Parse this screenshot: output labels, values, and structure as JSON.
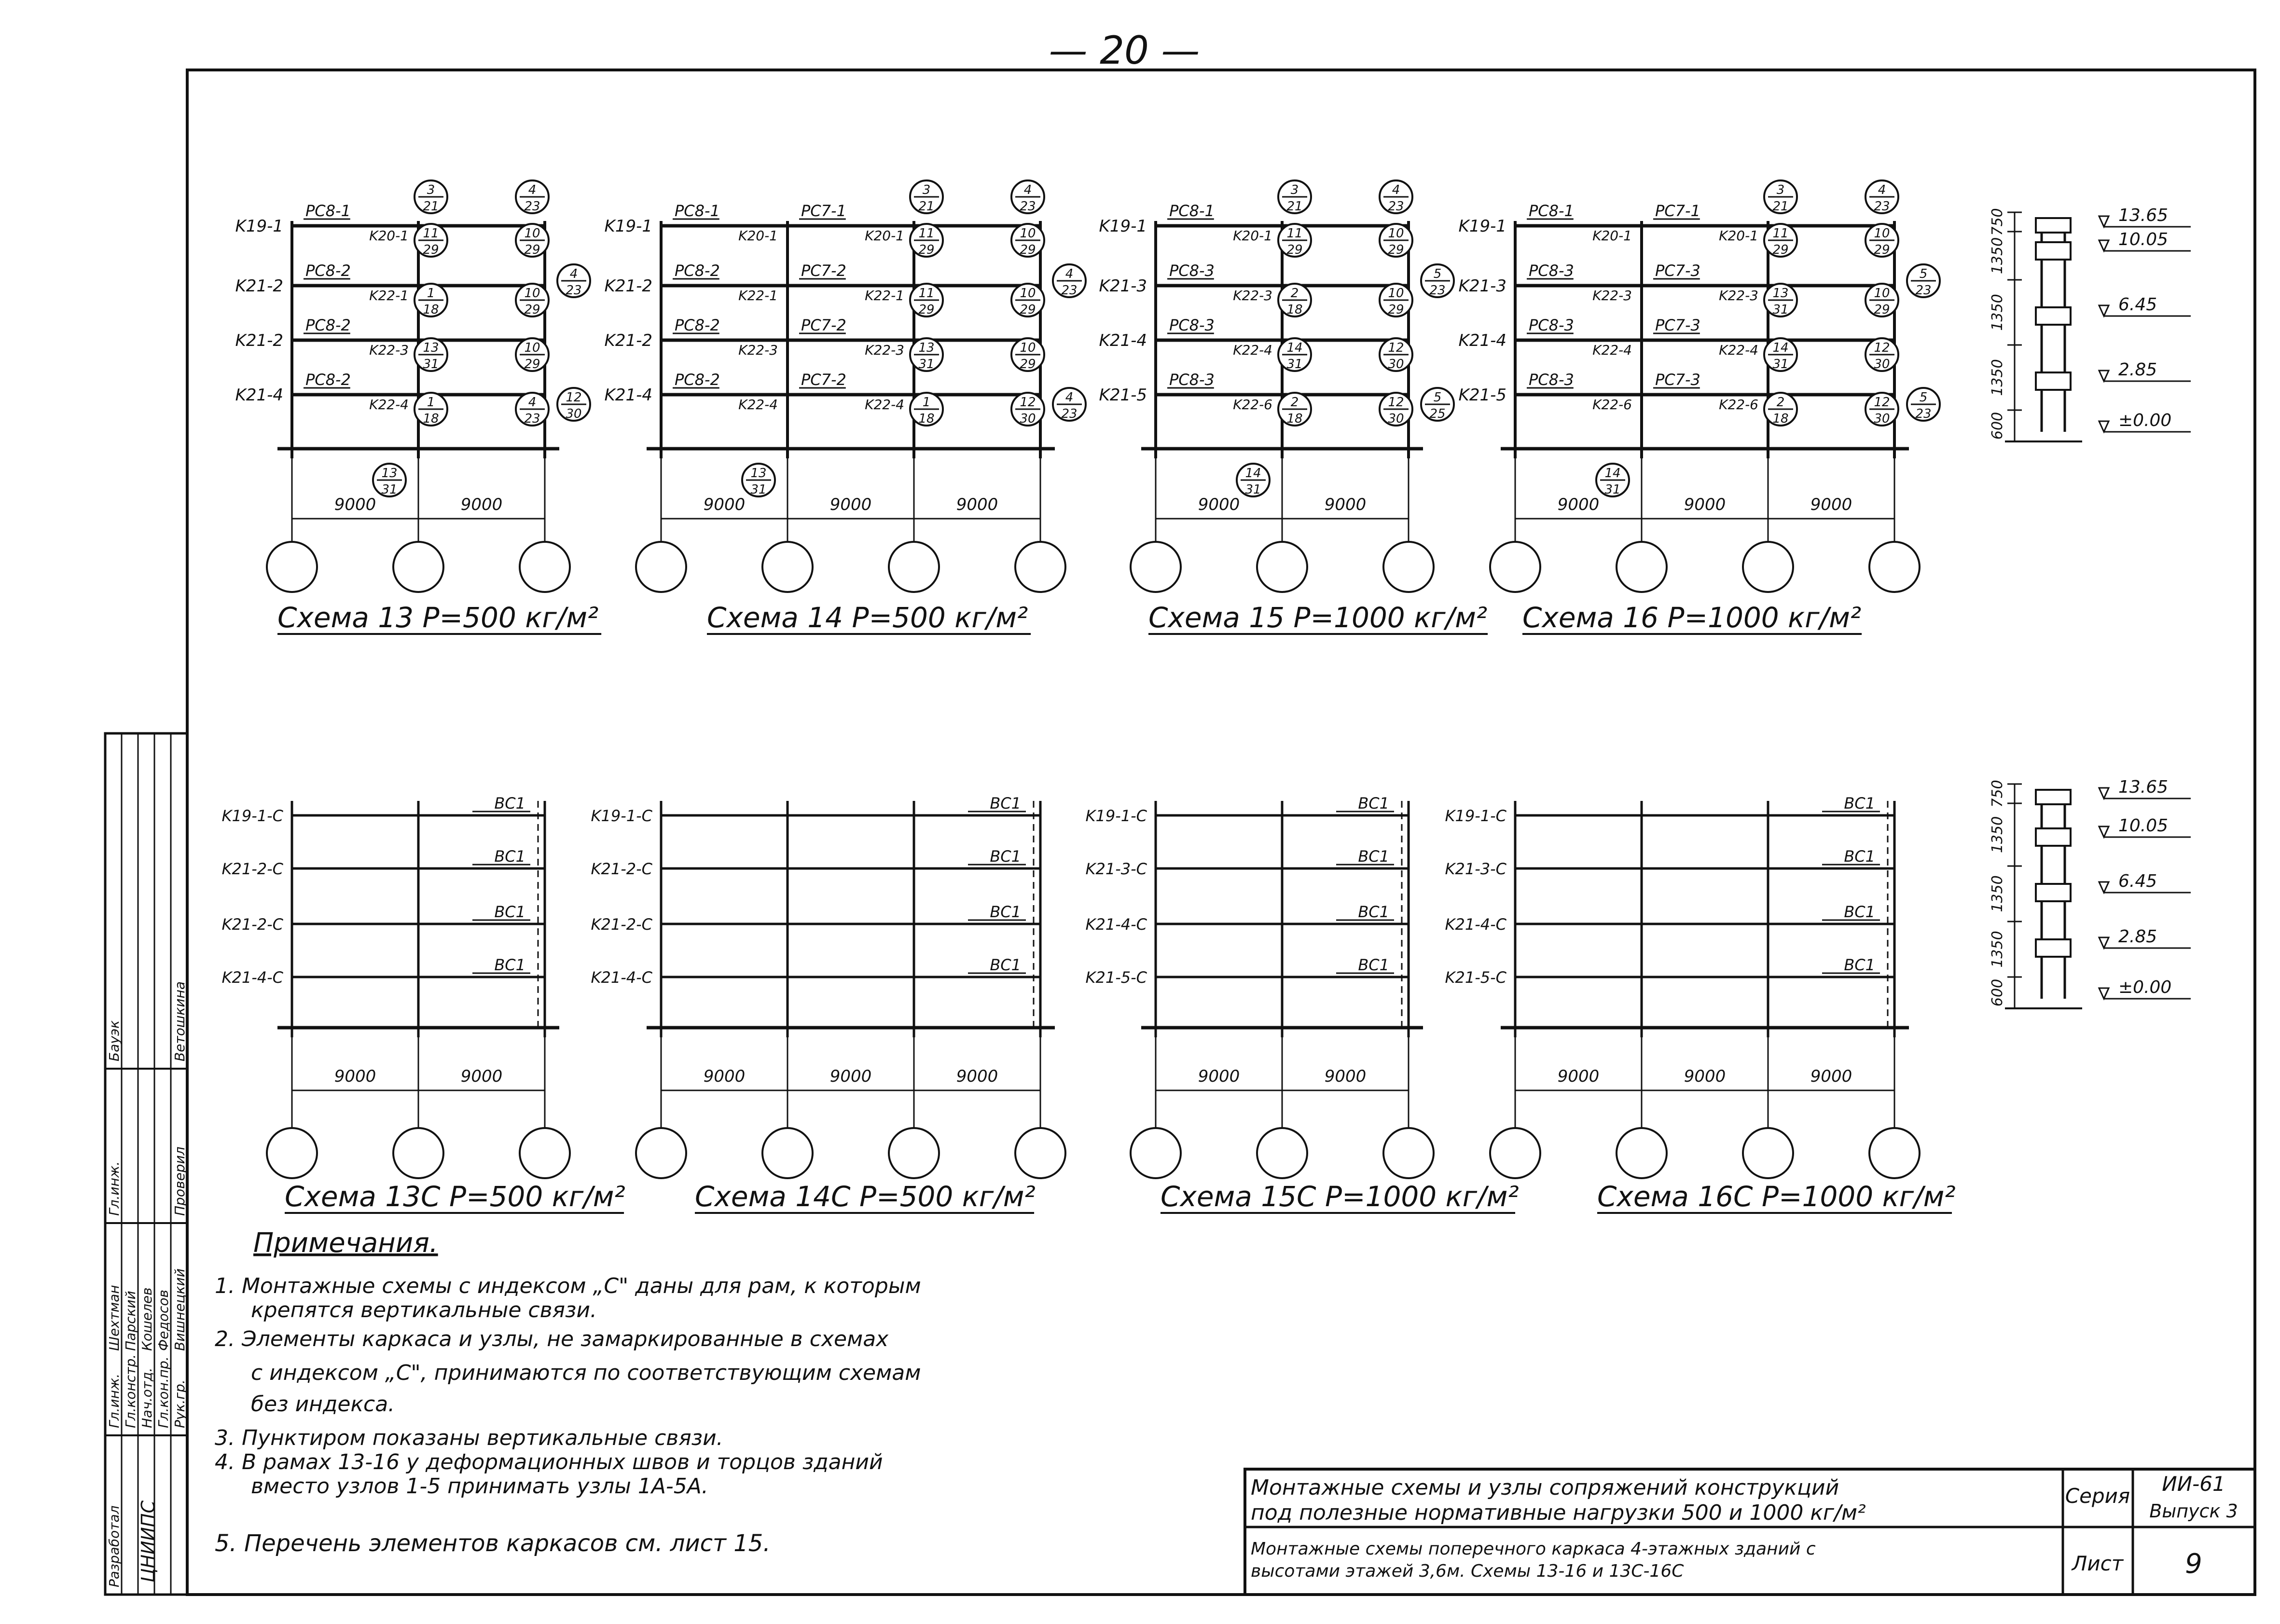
{
  "page_number": "— 20 —",
  "schemes_top": [
    {
      "id": "13",
      "title": "Схема 13",
      "load": "P=500 кг/м²",
      "bays": 2,
      "dims": [
        "9000",
        "9000"
      ],
      "left_labels": [
        "K19-1",
        "K21-2",
        "K21-2",
        "K21-4"
      ],
      "girders": [
        [
          "PC8-1",
          "K20-1"
        ],
        [
          "PC8-2",
          "K22-1"
        ],
        [
          "PC8-2",
          "K22-3"
        ],
        [
          "PC8-2",
          "K22-4"
        ]
      ],
      "nodes_a": [
        "3/21",
        "11/29",
        "1/18",
        "13/31",
        "1/18"
      ],
      "nodes_b": [
        "4/23",
        "10/29",
        "10/29",
        "10/29",
        "4/23"
      ],
      "nodes_c": [
        "4/23",
        "12/30"
      ],
      "bottom_node": "13/31"
    },
    {
      "id": "14",
      "title": "Схема 14",
      "load": "P=500 кг/м²",
      "bays": 3,
      "dims": [
        "9000",
        "9000",
        "9000"
      ],
      "left_labels": [
        "K19-1",
        "K21-2",
        "K21-2",
        "K21-4"
      ],
      "girders": [
        [
          "PC8-1",
          "K20-1",
          "PC7-1",
          "K20-1"
        ],
        [
          "PC8-2",
          "K22-1",
          "PC7-2",
          "K22-1"
        ],
        [
          "PC8-2",
          "K22-3",
          "PC7-2",
          "K22-3"
        ],
        [
          "PC8-2",
          "K22-4",
          "PC7-2",
          "K22-4"
        ]
      ],
      "nodes_a": [
        "3/21",
        "11/29",
        "11/29",
        "13/31",
        "1/18"
      ],
      "nodes_b": [
        "4/23",
        "10/29",
        "10/29",
        "10/29",
        "12/30"
      ],
      "nodes_c": [
        "4/23",
        "4/23"
      ],
      "bottom_node": "13/31"
    },
    {
      "id": "15",
      "title": "Схема 15",
      "load": "P=1000 кг/м²",
      "bays": 2,
      "dims": [
        "9000",
        "9000"
      ],
      "left_labels": [
        "K19-1",
        "K21-3",
        "K21-4",
        "K21-5"
      ],
      "girders": [
        [
          "PC8-1",
          "K20-1"
        ],
        [
          "PC8-3",
          "K22-3"
        ],
        [
          "PC8-3",
          "K22-4"
        ],
        [
          "PC8-3",
          "K22-6"
        ]
      ],
      "nodes_a": [
        "3/21",
        "11/29",
        "2/18",
        "14/31",
        "2/18"
      ],
      "nodes_b": [
        "4/23",
        "10/29",
        "10/29",
        "12/30",
        "12/30"
      ],
      "nodes_c": [
        "5/23",
        "5/25"
      ],
      "bottom_node": "14/31"
    },
    {
      "id": "16",
      "title": "Схема 16",
      "load": "P=1000 кг/м²",
      "bays": 3,
      "dims": [
        "9000",
        "9000",
        "9000"
      ],
      "left_labels": [
        "K19-1",
        "K21-3",
        "K21-4",
        "K21-5"
      ],
      "girders": [
        [
          "PC8-1",
          "K20-1",
          "PC7-1",
          "K20-1"
        ],
        [
          "PC8-3",
          "K22-3",
          "PC7-3",
          "K22-3"
        ],
        [
          "PC8-3",
          "K22-4",
          "PC7-3",
          "K22-4"
        ],
        [
          "PC8-3",
          "K22-6",
          "PC7-3",
          "K22-6"
        ]
      ],
      "nodes_a": [
        "3/21",
        "11/29",
        "13/31",
        "14/31",
        "2/18"
      ],
      "nodes_b": [
        "4/23",
        "10/29",
        "10/29",
        "12/30",
        "12/30"
      ],
      "nodes_c": [
        "5/23",
        "5/23"
      ],
      "bottom_node": "14/31"
    }
  ],
  "schemes_bottom": [
    {
      "id": "13C",
      "title": "Схема 13С",
      "load": "P=500 кг/м²",
      "bays": 2,
      "dims": [
        "9000",
        "9000"
      ],
      "left_labels": [
        "K19-1-C",
        "K21-2-C",
        "K21-2-C",
        "K21-4-C"
      ],
      "bracing": [
        "BC1",
        "BC1",
        "BC1",
        "BC1"
      ]
    },
    {
      "id": "14C",
      "title": "Схема 14С",
      "load": "P=500 кг/м²",
      "bays": 3,
      "dims": [
        "9000",
        "9000",
        "9000"
      ],
      "left_labels": [
        "K19-1-C",
        "K21-2-C",
        "K21-2-C",
        "K21-4-C"
      ],
      "bracing": [
        "BC1",
        "BC1",
        "BC1",
        "BC1"
      ]
    },
    {
      "id": "15C",
      "title": "Схема 15С",
      "load": "P=1000 кг/м²",
      "bays": 2,
      "dims": [
        "9000",
        "9000"
      ],
      "left_labels": [
        "K19-1-C",
        "K21-3-C",
        "K21-4-C",
        "K21-5-C"
      ],
      "bracing": [
        "BC1",
        "BC1",
        "BC1",
        "BC1"
      ]
    },
    {
      "id": "16C",
      "title": "Схема 16С",
      "load": "P=1000 кг/м²",
      "bays": 3,
      "dims": [
        "9000",
        "9000",
        "9000"
      ],
      "left_labels": [
        "K19-1-C",
        "K21-3-C",
        "K21-4-C",
        "K21-5-C"
      ],
      "bracing": [
        "BC1",
        "BC1",
        "BC1",
        "BC1"
      ]
    }
  ],
  "elevation": {
    "levels": [
      "13.65",
      "10.05",
      "6.45",
      "2.85",
      "±0.00"
    ],
    "heights": [
      "750",
      "1350",
      "1350",
      "1350",
      "600"
    ]
  },
  "notes": {
    "title": "Примечания.",
    "lines": [
      "1. Монтажные схемы с индексом „С\" даны для рам, к которым",
      "крепятся вертикальные связи.",
      "2. Элементы каркаса и узлы, не замаркированные в схемах",
      "с индексом „С\", принимаются по соответствующим схемам",
      "без индекса.",
      "3. Пунктиром показаны вертикальные связи.",
      "4. В рамах 13-16 у деформационных швов и торцов зданий",
      "вместо узлов 1-5 принимать узлы 1А-5А.",
      "5. Перечень элементов каркасов см. лист 15."
    ]
  },
  "title_block": {
    "title1": "Монтажные схемы и узлы сопряжений конструкций",
    "title2": "под полезные нормативные нагрузки 500 и 1000 кг/м²",
    "series_label": "Серия",
    "series_value": "ИИ-61",
    "issue": "Выпуск 3",
    "desc1": "Монтажные схемы поперечного каркаса 4-этажных зданий с",
    "desc2": "высотами этажей 3,6м. Схемы 13-16 и 13С-16С",
    "sheet_label": "Лист",
    "sheet_value": "9"
  },
  "stamp": {
    "org": "ЦНИИПС",
    "rows": [
      [
        "Разработал",
        "Гл.инж.",
        "Шехтман",
        "Гл.инж.",
        "Бауэк"
      ],
      [
        "",
        "Гл.констр.",
        "Парский",
        "",
        ""
      ],
      [
        "",
        "Нач.отд.",
        "Кошелев",
        "",
        ""
      ],
      [
        "",
        "Гл.кон.пр.",
        "Федосов",
        "",
        ""
      ],
      [
        "",
        "Рук.гр.",
        "Вишнецкий",
        "Проверил",
        "Ветошкина"
      ]
    ]
  }
}
